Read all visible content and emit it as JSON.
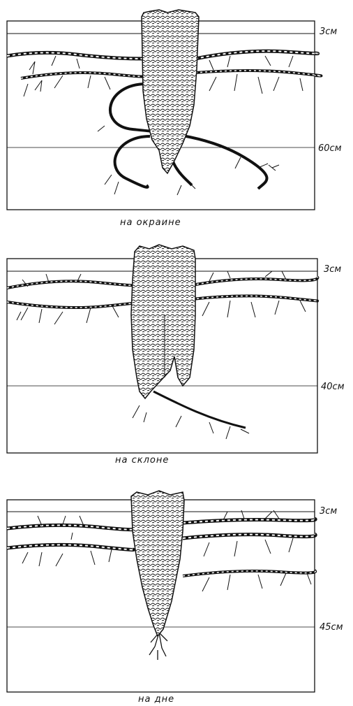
{
  "panels": [
    {
      "caption": "на окраине",
      "depth_top": "3см",
      "depth_bottom": "60см"
    },
    {
      "caption": "на склоне",
      "depth_top": "3см",
      "depth_bottom": "40см"
    },
    {
      "caption": "на дне",
      "depth_top": "3см",
      "depth_bottom": "45см"
    }
  ],
  "colors": {
    "ink": "#111111",
    "background": "#ffffff"
  }
}
